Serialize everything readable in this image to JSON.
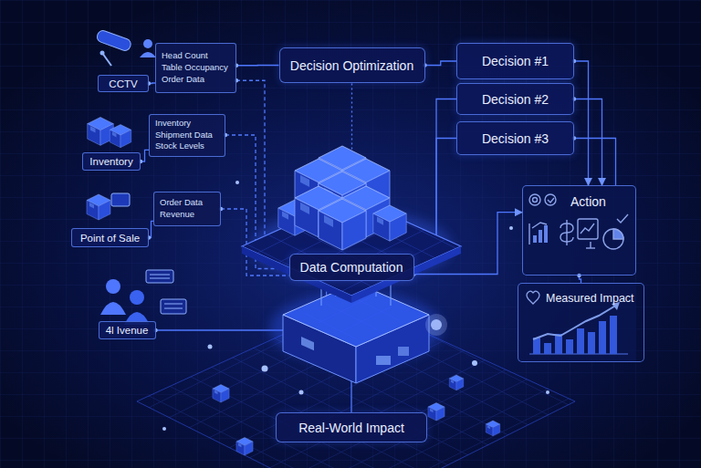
{
  "diagram": {
    "nodes": [
      {
        "text": [
          "Head Count",
          "Table Occupancy",
          "Order Data"
        ]
      },
      {
        "text": [
          "CCTV"
        ]
      },
      {
        "text": [
          "Decision Optimization"
        ]
      },
      {
        "text": [
          "Decision #1"
        ]
      },
      {
        "text": [
          "Decision #2"
        ]
      },
      {
        "text": [
          "Decision #3"
        ]
      },
      {
        "text": [
          "Inventory",
          "Shipment Data",
          "Stock Levels"
        ]
      },
      {
        "text": [
          "Inventory"
        ]
      },
      {
        "text": [
          "Action"
        ]
      },
      {
        "text": [
          "Order Data",
          "Revenue"
        ]
      },
      {
        "text": [
          "Point of Sale"
        ]
      },
      {
        "text": [
          "Data Computation"
        ]
      },
      {
        "text": [
          "Measured Impact"
        ]
      },
      {
        "text": [
          "4l Ivenue"
        ]
      },
      {
        "text": [
          "Real-World Impact"
        ]
      }
    ],
    "edges": [
      {
        "from": 1,
        "to": 0,
        "arrow": "none"
      },
      {
        "from": 0,
        "to": 2,
        "arrow": "none"
      },
      {
        "from": 0,
        "to": 11,
        "arrow": "none"
      },
      {
        "from": 7,
        "to": 6,
        "arrow": "none"
      },
      {
        "from": 6,
        "to": 11,
        "arrow": "none"
      },
      {
        "from": 10,
        "to": 9,
        "arrow": "none"
      },
      {
        "from": 9,
        "to": 11,
        "arrow": "none"
      },
      {
        "from": 11,
        "to": 2,
        "arrow": "none"
      },
      {
        "from": 2,
        "to": 3,
        "arrow": "none"
      },
      {
        "from": 11,
        "to": 4,
        "arrow": "none"
      },
      {
        "from": 11,
        "to": 5,
        "arrow": "none"
      },
      {
        "from": 3,
        "to": 8,
        "arrow": "to"
      },
      {
        "from": 4,
        "to": 8,
        "arrow": "to"
      },
      {
        "from": 5,
        "to": 8,
        "arrow": "none"
      },
      {
        "from": 11,
        "to": 8,
        "arrow": "to"
      },
      {
        "from": 8,
        "to": 12,
        "arrow": "none"
      },
      {
        "from": 13,
        "to": 11,
        "arrow": "none"
      },
      {
        "from": 11,
        "to": 14,
        "arrow": "none"
      }
    ]
  }
}
